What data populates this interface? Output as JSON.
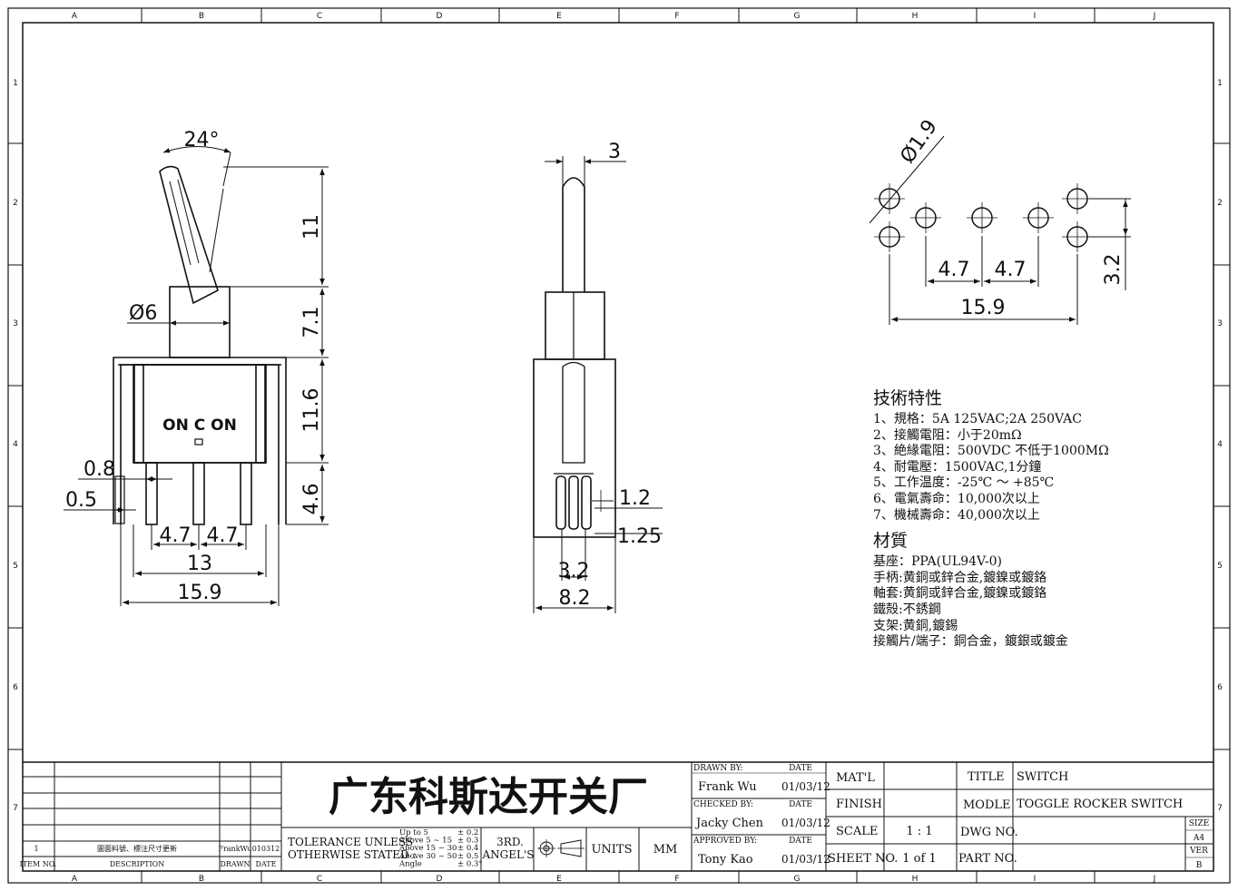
{
  "border": {
    "cols": [
      "A",
      "B",
      "C",
      "D",
      "E",
      "F",
      "G",
      "H",
      "I",
      "J"
    ],
    "rows": [
      "1",
      "2",
      "3",
      "4",
      "5",
      "6",
      "7"
    ]
  },
  "front_view": {
    "angle": "24°",
    "dia": "Ø6",
    "dim_11": "11",
    "dim_7_1": "7.1",
    "dim_11_6": "11.6",
    "dim_4_6": "4.6",
    "dim_0_8": "0.8",
    "dim_0_5": "0.5",
    "pitch_a": "4.7",
    "pitch_b": "4.7",
    "width_13": "13",
    "width_15_9": "15.9",
    "marking": "ON C ON"
  },
  "side_view": {
    "dim_3": "3",
    "dim_1_2": "1.2",
    "dim_1_25": "1.25",
    "dim_3_2": "3.2",
    "dim_8_2": "8.2"
  },
  "pcb_view": {
    "hole_dia": "Ø1.9",
    "pitch_a": "4.7",
    "pitch_b": "4.7",
    "width": "15.9",
    "row_gap": "3.2"
  },
  "spec": {
    "heading": "技術特性",
    "lines": [
      "1、規格：5A 125VAC;2A 250VAC",
      "2、接觸電阻：小于20mΩ",
      "3、絶緣電阻：500VDC 不低于1000MΩ",
      "4、耐電壓：1500VAC,1分鐘",
      "5、工作温度：-25℃ ～ +85℃",
      "6、電氣壽命：10,000次以上",
      "7、機械壽命：40,000次以上"
    ],
    "material_heading": "材質",
    "materials": [
      "基座：PPA(UL94V-0)",
      "手柄:黄銅或鋅合金,鍍鎳或鍍鉻",
      "軸套:黄銅或鋅合金,鍍鎳或鍍鉻",
      "鐵殻:不銹鋼",
      "支架:黄銅,鍍錫",
      "接觸片/端子：銅合金，鍍銀或鍍金"
    ]
  },
  "title_block": {
    "company": "广东科斯达开关厂",
    "revision": {
      "item_no": "1",
      "description": "圖面料號、標注尺寸更新",
      "drawn": "FrankWu",
      "date": "010312"
    },
    "revision_headers": {
      "item_no": "ITEM NO.",
      "description": "DESCRIPTION",
      "drawn": "DRAWN",
      "date": "DATE"
    },
    "tolerance_label_1": "TOLERANCE UNLESS",
    "tolerance_label_2": "OTHERWISE STATED :",
    "tolerances": [
      {
        "range": "Up  to  5",
        "tol": "± 0.2"
      },
      {
        "range": "Above 5   ~ 15",
        "tol": "± 0.3"
      },
      {
        "range": "Above 15 ~ 30",
        "tol": "± 0.4"
      },
      {
        "range": "Above 30 ~ 50",
        "tol": "± 0.5"
      },
      {
        "range": "Angle",
        "tol": "± 0.3°"
      }
    ],
    "angle_label_1": "3RD.",
    "angle_label_2": "ANGEL'S",
    "units_label": "UNITS",
    "units_value": "MM",
    "drawn_by_label": "DRAWN BY:",
    "drawn_by": "Frank Wu",
    "drawn_date": "01/03/12",
    "checked_by_label": "CHECKED BY:",
    "checked_by": "Jacky Chen",
    "checked_date": "01/03/12",
    "approved_by_label": "APPROVED BY:",
    "approved_by": "Tony Kao",
    "approved_date": "01/03/12",
    "date_label": "DATE",
    "matl_label": "MAT'L",
    "matl_value": "",
    "finish_label": "FINISH",
    "finish_value": "",
    "scale_label": "SCALE",
    "scale_value": "1 : 1",
    "sheet_label": "SHEET NO.",
    "sheet_value": "1 of 1",
    "title_label": "TITLE",
    "title_value": "SWITCH",
    "model_label": "MODLE",
    "model_value": "TOGGLE ROCKER SWITCH",
    "dwg_label": "DWG NO.",
    "dwg_value": "",
    "part_label": "PART NO.",
    "part_value": "",
    "size_label": "SIZE",
    "size_value": "A4",
    "ver_label": "VER",
    "ver_value": "B"
  }
}
